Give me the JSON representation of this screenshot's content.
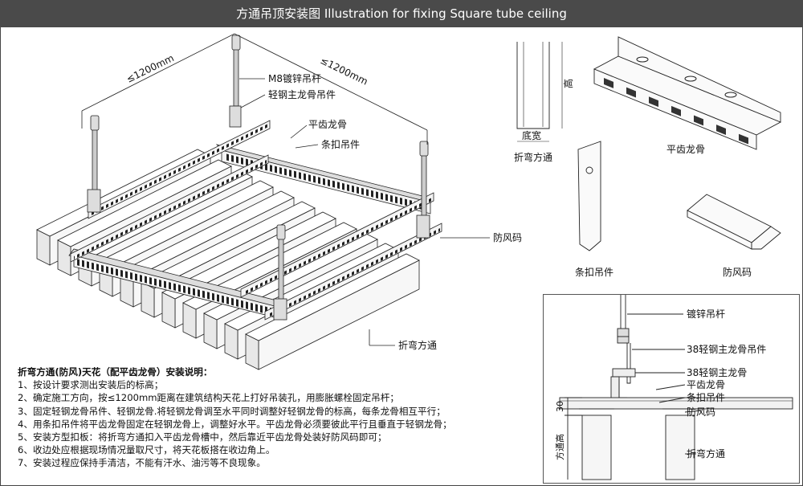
{
  "title": "方通吊顶安装图 Illustration for fixing Square tube ceiling",
  "main_labels": {
    "dim_left": "≤1200mm",
    "dim_right": "≤1200mm",
    "rod": "M8镀锌吊杆",
    "main_hanger": "轻钢主龙骨吊件",
    "tooth_keel": "平齿龙骨",
    "clip_hanger": "条扣吊件",
    "wind_clip": "防风码",
    "folded_tube": "折弯方通"
  },
  "parts": {
    "tube_height": "高",
    "tube_width": "底宽",
    "tube_caption": "折弯方通",
    "keel_caption": "平齿龙骨",
    "clip_caption": "条扣吊件",
    "wind_caption": "防风码"
  },
  "detail": {
    "rod": "镀锌吊杆",
    "main_hanger": "38轻钢主龙骨吊件",
    "main_keel": "38轻钢主龙骨",
    "tooth_keel": "平齿龙骨",
    "clip_hanger": "条扣吊件",
    "wind_clip": "防风码",
    "tube": "折弯方通",
    "dim_30": "30",
    "dim_tube_height": "方通高"
  },
  "instructions": {
    "title": "折弯方通(防风)天花（配平齿龙骨）安装说明：",
    "steps": [
      "1、按设计要求测出安装后的标高；",
      "2、确定施工方向，按≤1200mm距离在建筑结构天花上打好吊装孔，用膨胀螺栓固定吊杆；",
      "3、固定轻钢龙骨吊件、轻钢龙骨.将轻钢龙骨调至水平同时调整好轻钢龙骨的标高，每条龙骨相互平行；",
      "4、用条扣吊件将平齿龙骨固定在轻钢龙骨上，调整好水平。平齿龙骨必须要彼此平行且垂直于轻钢龙骨；",
      "5、安装方型扣板：将折弯方通扣入平齿龙骨槽中，然后靠近平齿龙骨处装好防风码即可；",
      "6、收边处应根据现场情况量取尺寸，将天花板搭在收边角上。",
      "7、安装过程应保持手清洁，不能有汗水、油污等不良现象。"
    ]
  }
}
